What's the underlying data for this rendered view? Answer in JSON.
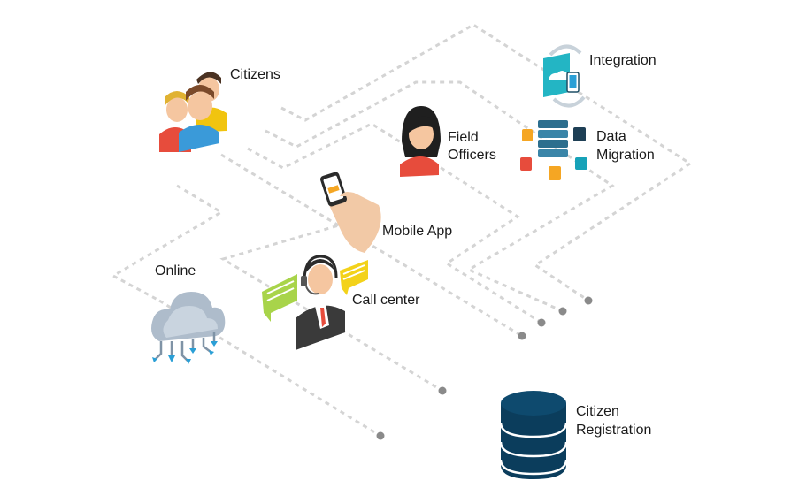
{
  "nodes": {
    "citizens": {
      "label": "Citizens",
      "icon": "citizens-group-icon"
    },
    "integration": {
      "label": "Integration",
      "icon": "integration-icon"
    },
    "field_officers": {
      "line1": "Field",
      "line2": "Officers",
      "icon": "field-officer-icon"
    },
    "data_migration": {
      "line1": "Data",
      "line2": "Migration",
      "icon": "data-migration-icon"
    },
    "mobile_app": {
      "label": "Mobile App",
      "icon": "mobile-hand-icon"
    },
    "online": {
      "label": "Online",
      "icon": "cloud-icon"
    },
    "call_center": {
      "label": "Call center",
      "icon": "call-center-agent-icon"
    },
    "citizen_registration": {
      "line1": "Citizen",
      "line2": "Registration",
      "icon": "database-icon"
    }
  },
  "colors": {
    "path": "#d4d4d4",
    "endpoint": "#8a8a8a",
    "database": "#0b3d5c",
    "cloud": "#a9b7c6",
    "accent_teal": "#17a2b8",
    "chat_green": "#a8d44a",
    "chat_yellow": "#f3d21a"
  }
}
